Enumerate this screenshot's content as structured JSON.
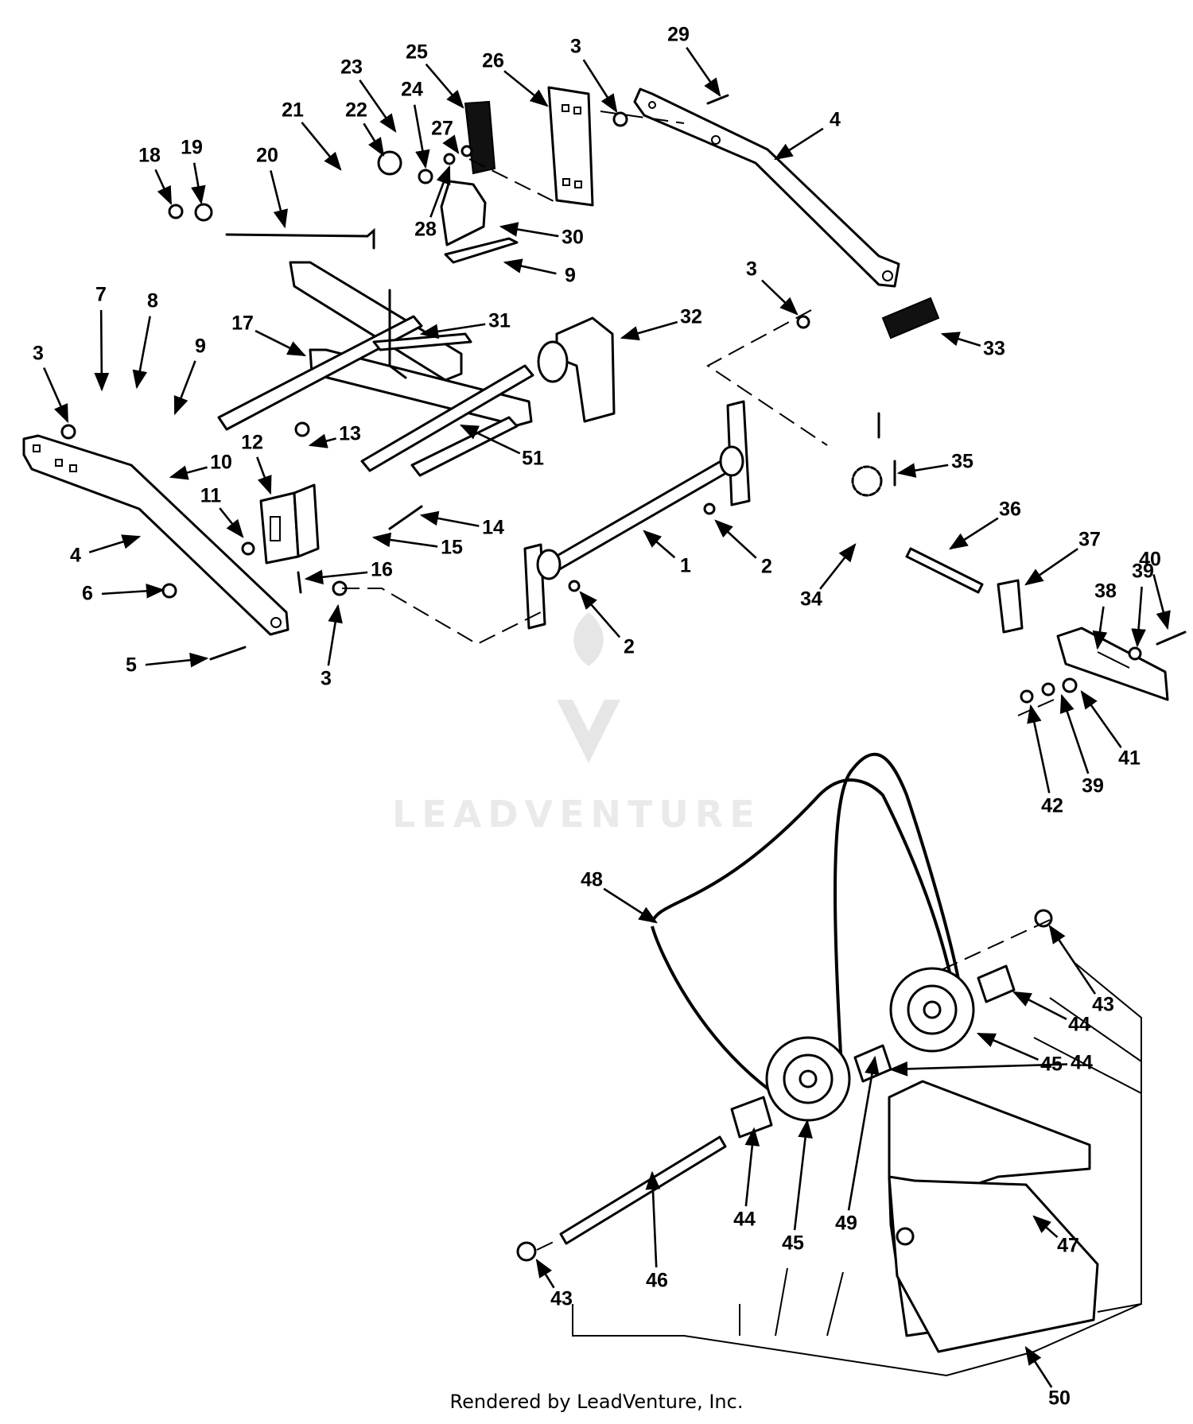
{
  "diagram": {
    "callouts": [
      {
        "id": "c1",
        "label": "1"
      },
      {
        "id": "c2a",
        "label": "2"
      },
      {
        "id": "c2b",
        "label": "2"
      },
      {
        "id": "c3a",
        "label": "3"
      },
      {
        "id": "c3b",
        "label": "3"
      },
      {
        "id": "c3c",
        "label": "3"
      },
      {
        "id": "c3d",
        "label": "3"
      },
      {
        "id": "c4a",
        "label": "4"
      },
      {
        "id": "c4b",
        "label": "4"
      },
      {
        "id": "c5",
        "label": "5"
      },
      {
        "id": "c6",
        "label": "6"
      },
      {
        "id": "c7",
        "label": "7"
      },
      {
        "id": "c8",
        "label": "8"
      },
      {
        "id": "c9a",
        "label": "9"
      },
      {
        "id": "c9b",
        "label": "9"
      },
      {
        "id": "c10",
        "label": "10"
      },
      {
        "id": "c11",
        "label": "11"
      },
      {
        "id": "c12",
        "label": "12"
      },
      {
        "id": "c13",
        "label": "13"
      },
      {
        "id": "c14",
        "label": "14"
      },
      {
        "id": "c15",
        "label": "15"
      },
      {
        "id": "c16",
        "label": "16"
      },
      {
        "id": "c17",
        "label": "17"
      },
      {
        "id": "c18",
        "label": "18"
      },
      {
        "id": "c19",
        "label": "19"
      },
      {
        "id": "c20",
        "label": "20"
      },
      {
        "id": "c21",
        "label": "21"
      },
      {
        "id": "c22",
        "label": "22"
      },
      {
        "id": "c23",
        "label": "23"
      },
      {
        "id": "c24",
        "label": "24"
      },
      {
        "id": "c25",
        "label": "25"
      },
      {
        "id": "c26",
        "label": "26"
      },
      {
        "id": "c27",
        "label": "27"
      },
      {
        "id": "c28",
        "label": "28"
      },
      {
        "id": "c29",
        "label": "29"
      },
      {
        "id": "c30",
        "label": "30"
      },
      {
        "id": "c31",
        "label": "31"
      },
      {
        "id": "c32",
        "label": "32"
      },
      {
        "id": "c33",
        "label": "33"
      },
      {
        "id": "c34",
        "label": "34"
      },
      {
        "id": "c35",
        "label": "35"
      },
      {
        "id": "c36",
        "label": "36"
      },
      {
        "id": "c37",
        "label": "37"
      },
      {
        "id": "c38",
        "label": "38"
      },
      {
        "id": "c39a",
        "label": "39"
      },
      {
        "id": "c39b",
        "label": "39"
      },
      {
        "id": "c40",
        "label": "40"
      },
      {
        "id": "c41",
        "label": "41"
      },
      {
        "id": "c42",
        "label": "42"
      },
      {
        "id": "c43a",
        "label": "43"
      },
      {
        "id": "c43b",
        "label": "43"
      },
      {
        "id": "c44a",
        "label": "44"
      },
      {
        "id": "c44b",
        "label": "44"
      },
      {
        "id": "c44c",
        "label": "44"
      },
      {
        "id": "c45a",
        "label": "45"
      },
      {
        "id": "c45b",
        "label": "45"
      },
      {
        "id": "c46",
        "label": "46"
      },
      {
        "id": "c47",
        "label": "47"
      },
      {
        "id": "c48",
        "label": "48"
      },
      {
        "id": "c49",
        "label": "49"
      },
      {
        "id": "c50",
        "label": "50"
      },
      {
        "id": "c51",
        "label": "51"
      }
    ]
  },
  "watermark": {
    "text": "LEADVENTURE"
  },
  "footer": {
    "text": "Rendered by LeadVenture, Inc."
  }
}
